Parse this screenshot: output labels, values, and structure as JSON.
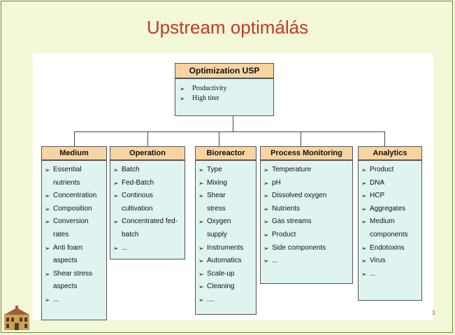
{
  "slide": {
    "title": "Upstream optimálás",
    "page_number": "3"
  },
  "root": {
    "label": "Optimization USP",
    "items": [
      "Productivity",
      "High titer"
    ]
  },
  "categories": [
    {
      "label": "Medium",
      "items": [
        "Essential\nnutrients",
        "Concentration",
        "Composition",
        "Conversion\nrates",
        "Anti foam\naspects",
        "Shear stress\naspects",
        "..."
      ]
    },
    {
      "label": "Operation",
      "items": [
        "Batch",
        "Fed-Batch",
        "Continous\ncultivation",
        "Concentrated fed-\nbatch",
        "..."
      ]
    },
    {
      "label": "Bioreactor",
      "items": [
        "Type",
        "Mixing",
        "Shear\nstress",
        "Oxygen\nsupply",
        "Instruments",
        "Automatics",
        "Scale-up",
        "Cleaning",
        "...."
      ]
    },
    {
      "label": "Process Monitoring",
      "items": [
        "Temperature",
        "pH",
        "Dissolved oxygen",
        "Nutrients",
        "Gas streams",
        "Product",
        "Side components",
        "..."
      ]
    },
    {
      "label": "Analytics",
      "items": [
        "Product",
        "DNA",
        "HCP",
        "Aggregates",
        "Medium\ncomponents",
        "Endotoxins",
        "Virus",
        "..."
      ]
    }
  ],
  "colors": {
    "slide_background": "#f2f8d8",
    "title": "#c0392b",
    "header_fill": "#f9d8a8",
    "body_fill": "#dff3f0",
    "page_number": "#c05020"
  },
  "icons": {
    "bullet": "arrowhead-bullet-icon",
    "logo": "university-building-logo-icon"
  }
}
